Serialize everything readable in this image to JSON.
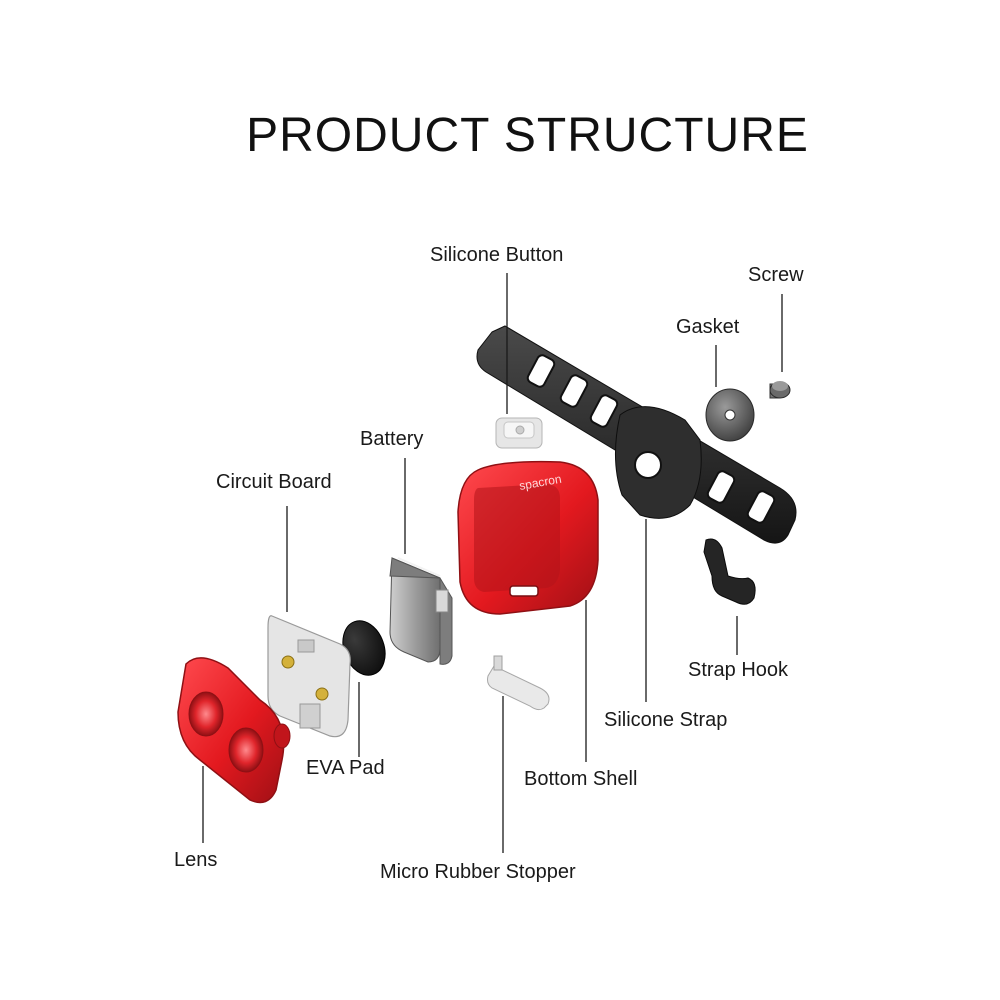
{
  "title": "PRODUCT STRUCTURE",
  "labels": {
    "silicone_button": "Silicone Button",
    "screw": "Screw",
    "gasket": "Gasket",
    "battery": "Battery",
    "circuit_board": "Circuit Board",
    "strap_hook": "Strap Hook",
    "silicone_strap": "Silicone Strap",
    "eva_pad": "EVA Pad",
    "bottom_shell": "Bottom Shell",
    "lens": "Lens",
    "micro_rubber_stopper": "Micro Rubber Stopper"
  },
  "brand_mark": "spacron",
  "colors": {
    "red": "#e8242b",
    "dark_red": "#a9151a",
    "strap": "#2b2b2b",
    "metal": "#9a9a9a"
  }
}
